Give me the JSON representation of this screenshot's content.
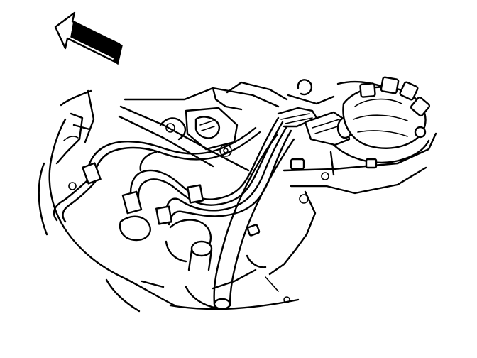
{
  "diagram": {
    "kind": "engine-ignition-wire-routing",
    "stroke_color": "#000000",
    "background_color": "#ffffff",
    "direction_arrow": {
      "icon": "arrow-up-left-icon",
      "points_toward": "up-left"
    },
    "components": [
      "engine-block-outline",
      "intake-manifold",
      "ignition-wire-harness",
      "wire-retainer-clips",
      "distributor-cap",
      "distributor-bracket",
      "oil-fill-neck",
      "upper-radiator-hose",
      "spark-plug-boots"
    ],
    "wire_count": 4
  }
}
